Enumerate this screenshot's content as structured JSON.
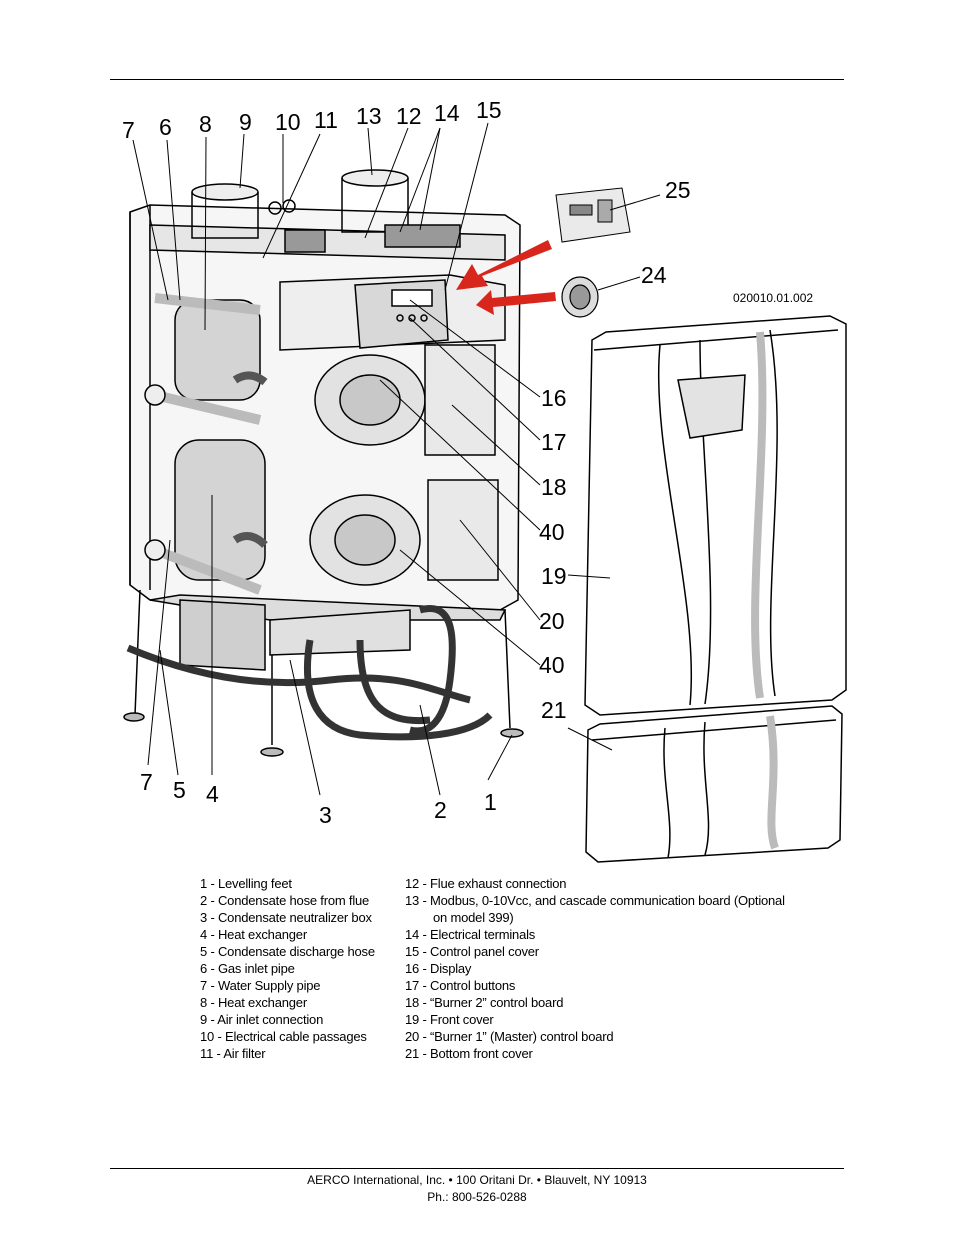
{
  "figure": {
    "id_code": "020010.01.002",
    "callouts": [
      "7",
      "6",
      "8",
      "9",
      "10",
      "11",
      "13",
      "12",
      "14",
      "15",
      "25",
      "24",
      "16",
      "17",
      "18",
      "40",
      "19",
      "20",
      "40",
      "21",
      "7",
      "5",
      "4",
      "3",
      "2",
      "1"
    ]
  },
  "legend": {
    "left": [
      "1 - Levelling feet",
      "2 - Condensate hose from flue",
      "3 - Condensate neutralizer box",
      "4 - Heat exchanger",
      "5 - Condensate discharge hose",
      "6 - Gas inlet pipe",
      "7 - Water Supply pipe",
      "8 - Heat exchanger",
      "9 - Air inlet connection",
      "10 - Electrical cable passages",
      "11 - Air filter"
    ],
    "right": [
      "12 - Flue exhaust connection",
      "13 - Modbus, 0-10Vcc, and cascade communication board (Optional",
      "on model 399)",
      "14 - Electrical terminals",
      "15 - Control panel cover",
      "16 - Display",
      "17 - Control buttons",
      "18 - “Burner 2” control board",
      "19 - Front cover",
      "20 - “Burner 1” (Master) control board",
      "21 - Bottom front cover"
    ]
  },
  "footer": {
    "line1": "AERCO International, Inc. • 100 Oritani Dr. •  Blauvelt, NY 10913",
    "line2": "Ph.: 800-526-0288"
  },
  "colors": {
    "arrow": "#d9261c",
    "line": "#000000",
    "panel": "#ffffff",
    "shade": "#cfcfcf"
  }
}
